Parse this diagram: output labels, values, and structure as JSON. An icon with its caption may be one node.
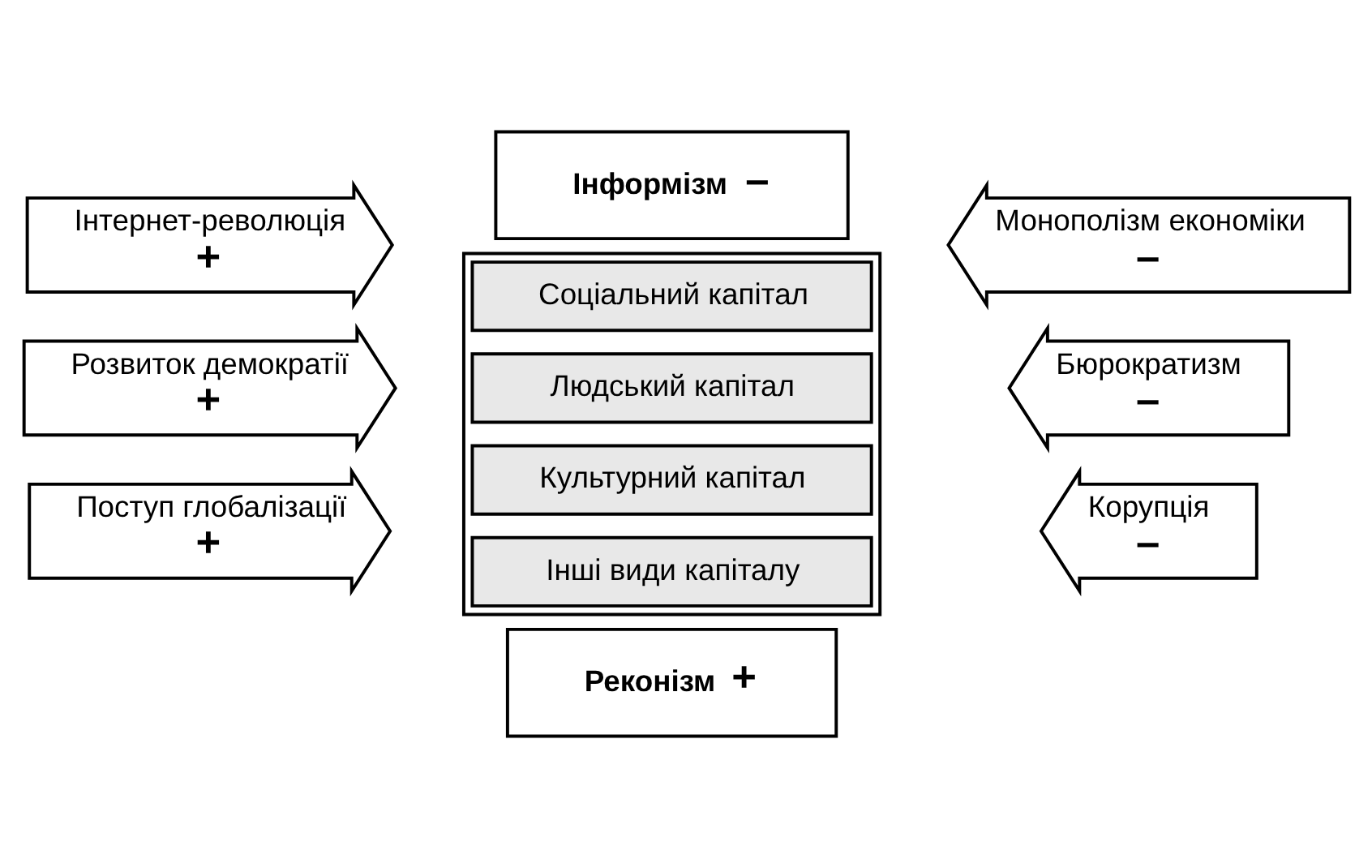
{
  "diagram": {
    "nodes": [
      {
        "text": [
          "Реконізм",
          "+"
        ]
      },
      {
        "text": [
          "Інтернет-революція",
          "+"
        ]
      },
      {
        "text": [
          "Розвиток демократії",
          "+"
        ]
      },
      {
        "text": [
          "Поступ глобалізації",
          "+"
        ]
      },
      {
        "text": [],
        "shape": "box"
      },
      {
        "text": [
          "Соціальний капітал"
        ],
        "in": 4
      },
      {
        "text": [
          "Людський капітал"
        ],
        "in": 4
      },
      {
        "text": [
          "Культурний капітал"
        ],
        "in": 4
      },
      {
        "text": [
          "Інші види капіталу"
        ],
        "in": 4
      },
      {
        "text": [
          "Монополізм економіки",
          "–"
        ]
      },
      {
        "text": [
          "Бюрократизм",
          "–"
        ]
      },
      {
        "text": [
          "Корупція",
          "–"
        ]
      },
      {
        "text": [
          "Інформізм",
          "–"
        ]
      }
    ],
    "edges": []
  }
}
